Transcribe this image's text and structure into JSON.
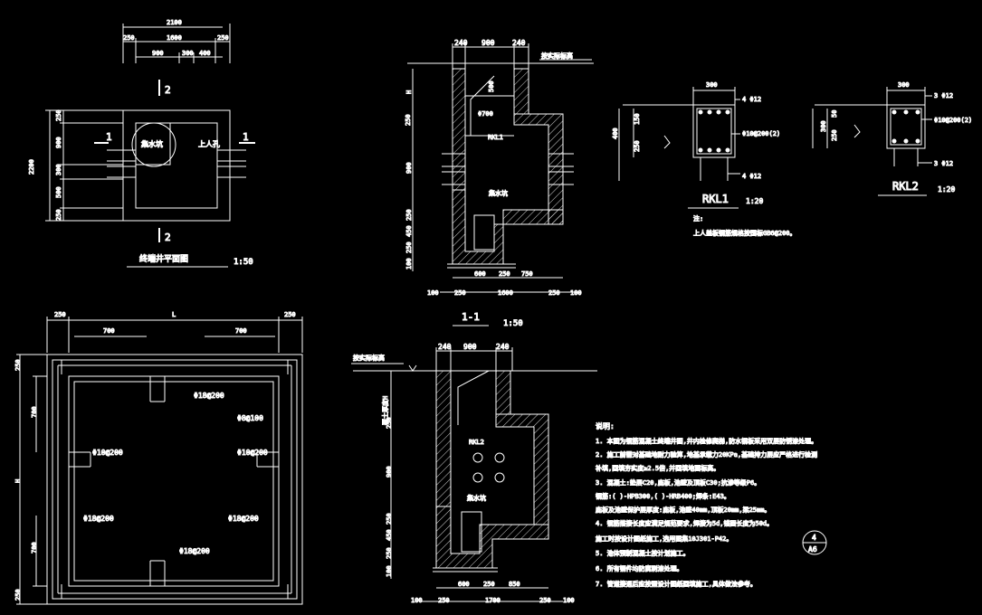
{
  "colors": {
    "background": "#000000",
    "line": "#ffffff"
  },
  "plan_view": {
    "dims_top": [
      "2100",
      "250",
      "1600",
      "250",
      "900",
      "300",
      "400"
    ],
    "dims_left": [
      "2200",
      "250",
      "900",
      "300",
      "500",
      "250"
    ],
    "section_marks": [
      "2",
      "2",
      "1",
      "1"
    ],
    "label_sump": "集水坑",
    "label_ladder": "上人孔",
    "title": "终端井平面图",
    "scale": "1:50"
  },
  "section_1_1": {
    "dims_top": [
      "240",
      "900",
      "240"
    ],
    "ground_note": "按实际标高",
    "dims_left": [
      "H",
      "250",
      "900",
      "250",
      "450",
      "250",
      "100"
    ],
    "inner_labels": [
      "500",
      "Φ700",
      "RKL1",
      "集水坑"
    ],
    "dims_bottom_1": [
      "600",
      "250",
      "750"
    ],
    "dims_bottom_2": [
      "100",
      "250",
      "1600",
      "250",
      "100"
    ],
    "title": "1-1",
    "scale": "1:50"
  },
  "rkl1": {
    "top_dim": "300",
    "left_dims": [
      "400",
      "150",
      "250"
    ],
    "bar_top": "4 Φ12",
    "stirrup": "Φ10@200(2)",
    "bar_bottom": "4 Φ12",
    "title": "RKL1",
    "scale": "1:20"
  },
  "rkl2": {
    "top_dim": "300",
    "left_dims": [
      "300",
      "50",
      "250"
    ],
    "bar_top": "3 Φ12",
    "stirrup": "Φ10@200(2)",
    "bar_bottom": "3 Φ12",
    "title": "RKL2",
    "scale": "1:20"
  },
  "rkl_note": {
    "head": "注:",
    "body": "上人盖板钢筋规格按国标GB6@200。"
  },
  "slab_plan": {
    "dims_top": [
      "250",
      "L",
      "250",
      "700",
      "700"
    ],
    "dims_left": [
      "250",
      "700",
      "H",
      "700",
      "250"
    ],
    "rebar_labels": [
      "Φ18@200",
      "Φ8@100",
      "Φ10@200",
      "Φ10@200",
      "Φ18@200",
      "Φ18@200",
      "Φ18@200"
    ]
  },
  "section_2_2": {
    "dims_top": [
      "240",
      "900",
      "240"
    ],
    "ground_note": "按实际标高",
    "dims_left": [
      "覆土厚度H",
      "250",
      "900",
      "250",
      "450",
      "250",
      "100"
    ],
    "inner_labels": [
      "RKL2",
      "集水坑"
    ],
    "dims_bottom_1": [
      "600",
      "250",
      "850"
    ],
    "dims_bottom_2": [
      "100",
      "250",
      "1700",
      "250",
      "100"
    ]
  },
  "notes": {
    "head": "说明:",
    "items": [
      "1. 本图为钢筋混凝土终端井图,井内检修爬梯,防水钢板采用双层防锈漆处理。",
      "2. 施工前需对基础地耐力验算,地基承载力20KPa,基础持力层应严格进行检测",
      "   补填,回填夯实度≥2.5倍,并回填地面标高。",
      "3. 混凝土:垫层C20,底板,池壁及顶板C30;抗渗等级P6。",
      "   钢筋:( )-HPB300,( )-HRB400;焊条:E43。",
      "   底板及池壁保护层厚度:底板,池壁40mm,顶板20mm,梁25mm。",
      "4. 钢筋搭接长度应满足规范要求,焊接为5d,锚固长度为50d。",
      "   施工时按设计图纸施工,选用图集10J301-P42。",
      "5. 池体预制混凝土按计划施工。",
      "6. 所有钢件均防腐刷漆处理。",
      "7. 管道接通后应按照设计图纸回填施工,具体做法参考。"
    ]
  },
  "sheet_marker": {
    "number": "4",
    "sheet": "A6"
  }
}
